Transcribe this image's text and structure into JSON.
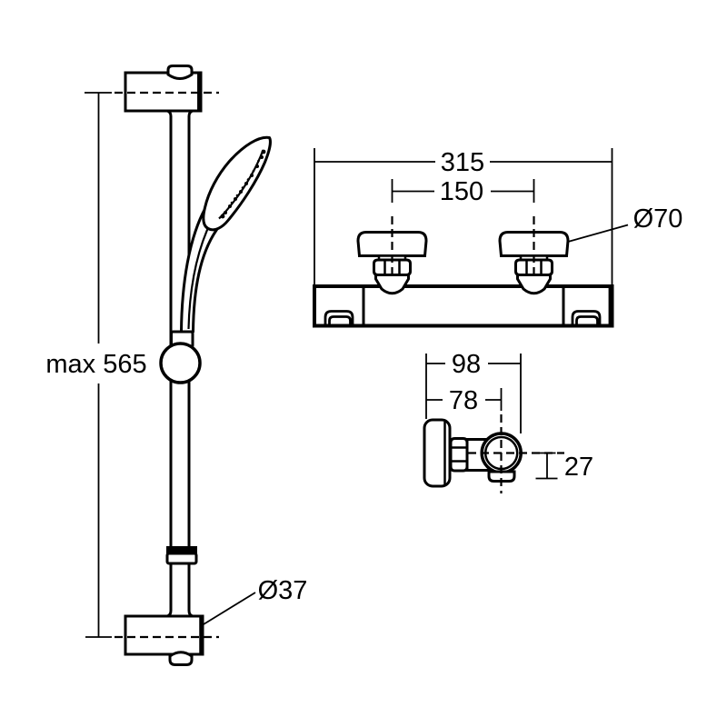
{
  "colors": {
    "line": "#000000",
    "background": "#ffffff"
  },
  "views": {
    "shower_rail": {
      "dims": {
        "max_height": "max 565",
        "bracket_diameter": "Ø37"
      }
    },
    "mixer_front": {
      "dims": {
        "overall_width": "315",
        "inlet_centers": "150",
        "flange_diameter": "Ø70"
      }
    },
    "mixer_side": {
      "dims": {
        "overall_depth": "98",
        "depth_to_center": "78",
        "drop_below_center": "27"
      }
    }
  }
}
